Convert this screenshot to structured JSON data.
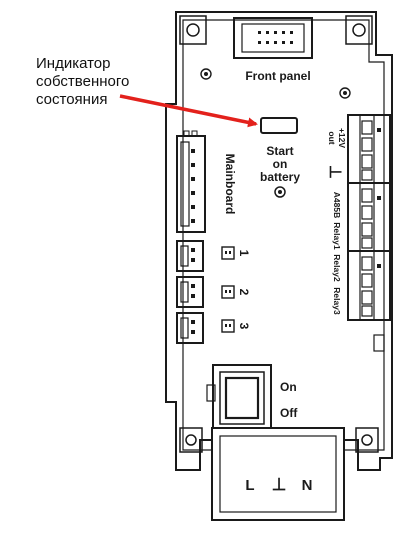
{
  "annotation": {
    "lines": [
      "Индикатор",
      "собственного",
      "состояния"
    ],
    "arrow_color": "#e3211c"
  },
  "device": {
    "front_panel_label": "Front panel",
    "start_button_label": [
      "Start",
      "on",
      "battery"
    ],
    "mainboard_label": "Mainboard",
    "relay_numbers": [
      "1",
      "2",
      "3"
    ],
    "terminal_labels": {
      "power": [
        "+12V",
        "out"
      ],
      "ground": "⊥",
      "rs485": "A485B",
      "relay1": "Relay1",
      "relay2": "Relay2",
      "relay3": "Relay3"
    },
    "switch": {
      "on_label": "On",
      "off_label": "Off"
    },
    "mains_labels": [
      "L",
      "⊥",
      "N"
    ]
  },
  "colors": {
    "outline": "#1a1a1a",
    "body_fill": "#ffffff",
    "accent_arrow": "#e3211c"
  }
}
